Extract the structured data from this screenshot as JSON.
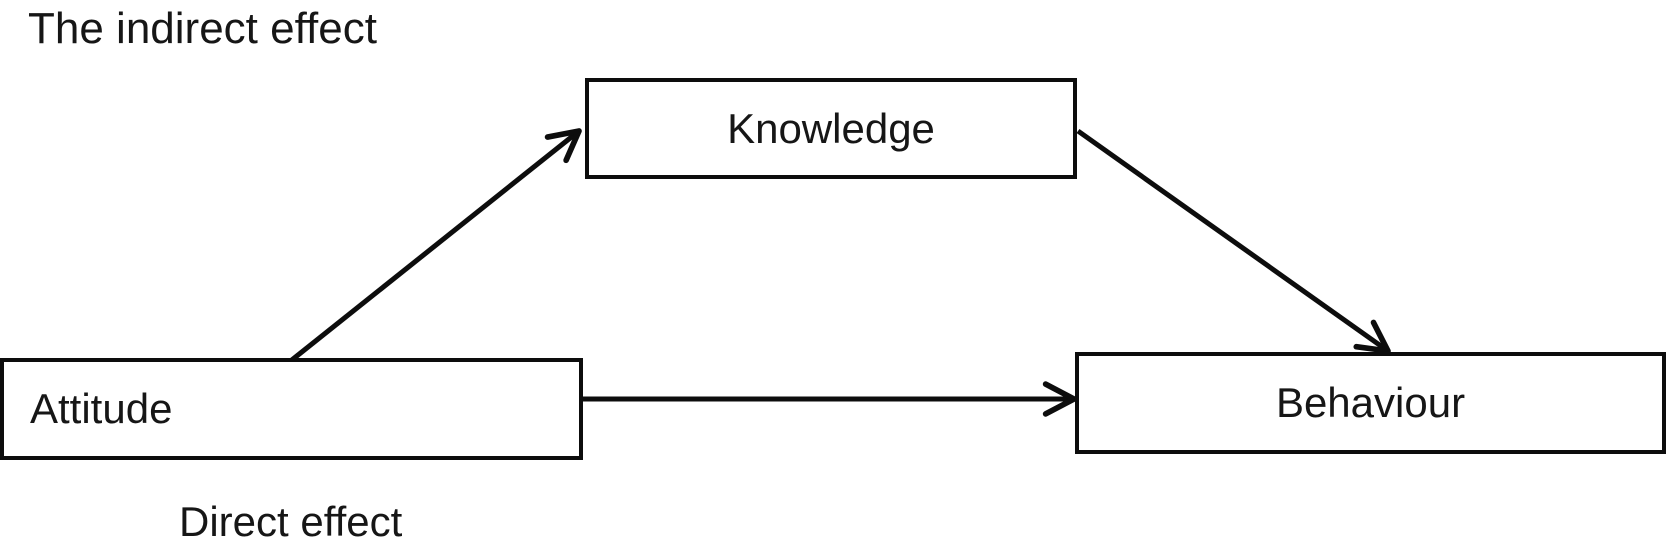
{
  "title": "The indirect effect",
  "nodes": {
    "attitude": {
      "label": "Attitude"
    },
    "knowledge": {
      "label": "Knowledge"
    },
    "behaviour": {
      "label": "Behaviour"
    }
  },
  "captions": {
    "direct_effect": "Direct effect"
  },
  "edges": [
    {
      "from": "Attitude",
      "to": "Knowledge",
      "type": "indirect-path"
    },
    {
      "from": "Knowledge",
      "to": "Behaviour",
      "type": "indirect-path"
    },
    {
      "from": "Attitude",
      "to": "Behaviour",
      "type": "direct-path",
      "caption": "Direct effect"
    }
  ],
  "colors": {
    "background": "#ffffff",
    "line": "#0d0d0d",
    "text": "#161616"
  }
}
